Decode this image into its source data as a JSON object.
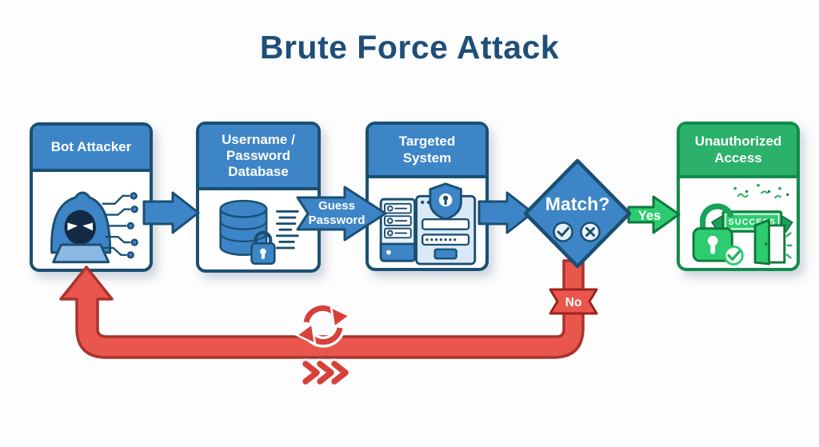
{
  "title": "Brute Force Attack",
  "nodes": {
    "bot_attacker": {
      "label": "Bot Attacker",
      "icon": "hacker-at-laptop-icon"
    },
    "credential_database": {
      "label": "Username /\nPassword\nDatabase",
      "icon": "locked-database-icon"
    },
    "targeted_system": {
      "label": "Targeted\nSystem",
      "icon": "server-login-shield-icon"
    },
    "unauthorized_access": {
      "label": "Unauthorized\nAccess",
      "icon": "open-lock-door-icon",
      "banner_text": "SUCCESS"
    }
  },
  "decision": {
    "label": "Match?",
    "result_icons": [
      "check-icon",
      "cross-icon"
    ]
  },
  "edges": {
    "guess_password": {
      "line1": "Guess",
      "line2": "Password"
    },
    "yes": {
      "label": "Yes"
    },
    "no": {
      "label": "No"
    },
    "retry_loop": {
      "icons": [
        "refresh-icon",
        "fast-forward-chevrons-icon"
      ]
    }
  },
  "colors": {
    "blue": "#3d85c6",
    "blue_dark": "#1b4f72",
    "title_text": "#1f4e79",
    "green": "#2bb16a",
    "green_dark": "#128a4d",
    "red": "#e9564e",
    "red_dark": "#aa332b",
    "panel_light": "#d9e9f8",
    "background": "#fdfdfd"
  }
}
